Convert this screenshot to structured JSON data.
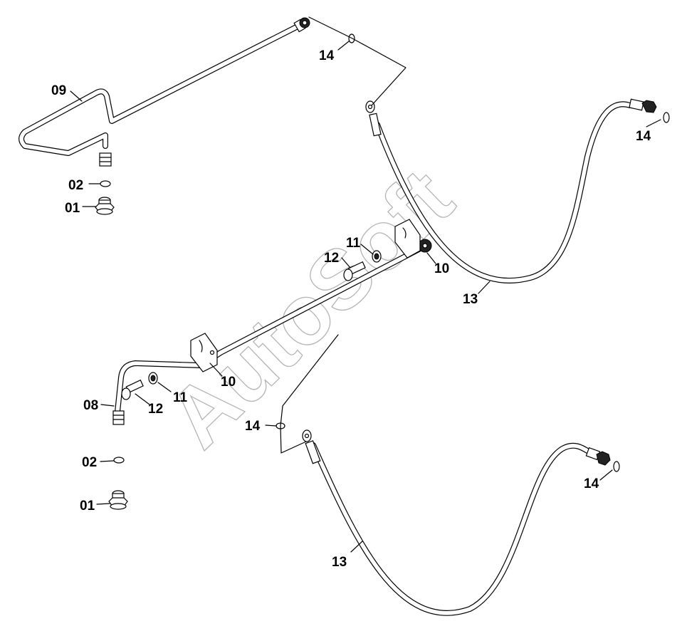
{
  "watermark": "AutoSoft",
  "labels": {
    "l09": "09",
    "l14a": "14",
    "l14b": "14",
    "l14c": "14",
    "l14d": "14",
    "l02a": "02",
    "l01a": "01",
    "l11a": "11",
    "l12a": "12",
    "l10a": "10",
    "l13a": "13",
    "l10b": "10",
    "l11b": "11",
    "l12b": "12",
    "l08": "08",
    "l02b": "02",
    "l01b": "01",
    "l13b": "13"
  }
}
